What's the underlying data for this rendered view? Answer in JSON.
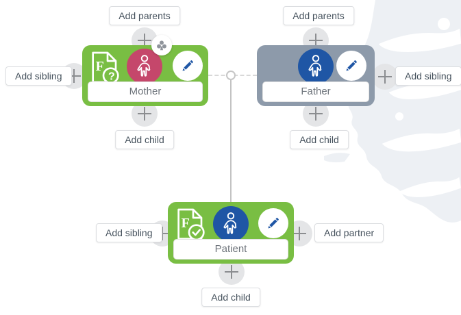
{
  "colors": {
    "node_green": "#79be43",
    "node_slate": "#8d9aaa",
    "person_female": "#c5476b",
    "person_male": "#1f56a5",
    "pencil_blue": "#1f56a5",
    "action_label_text": "#46525d",
    "node_name_text": "#6e747b",
    "plus_background": "#e4e5e7",
    "plus_glyph": "#8b8d90",
    "connector_gray": "#c6c6c6",
    "watermark": "#edf0f4"
  },
  "icons": {
    "plus": "plus-icon",
    "pencil": "pencil-icon",
    "female_person": "female-icon",
    "male_person": "male-icon",
    "pedigree_badge": "pedigree-club-icon",
    "document_question": "document-question-icon",
    "document_check": "document-check-icon",
    "couple_connector": "couple-connector-dot"
  },
  "nodes": {
    "mother": {
      "name": "Mother",
      "document_letter": "F",
      "document_badge_symbol": "?",
      "actions": {
        "parents": "Add parents",
        "sibling": "Add sibling",
        "child": "Add child"
      }
    },
    "father": {
      "name": "Father",
      "actions": {
        "parents": "Add parents",
        "sibling": "Add sibling",
        "child": "Add child"
      }
    },
    "patient": {
      "name": "Patient",
      "document_letter": "F",
      "actions": {
        "sibling": "Add sibling",
        "partner": "Add partner",
        "child": "Add child"
      }
    }
  }
}
